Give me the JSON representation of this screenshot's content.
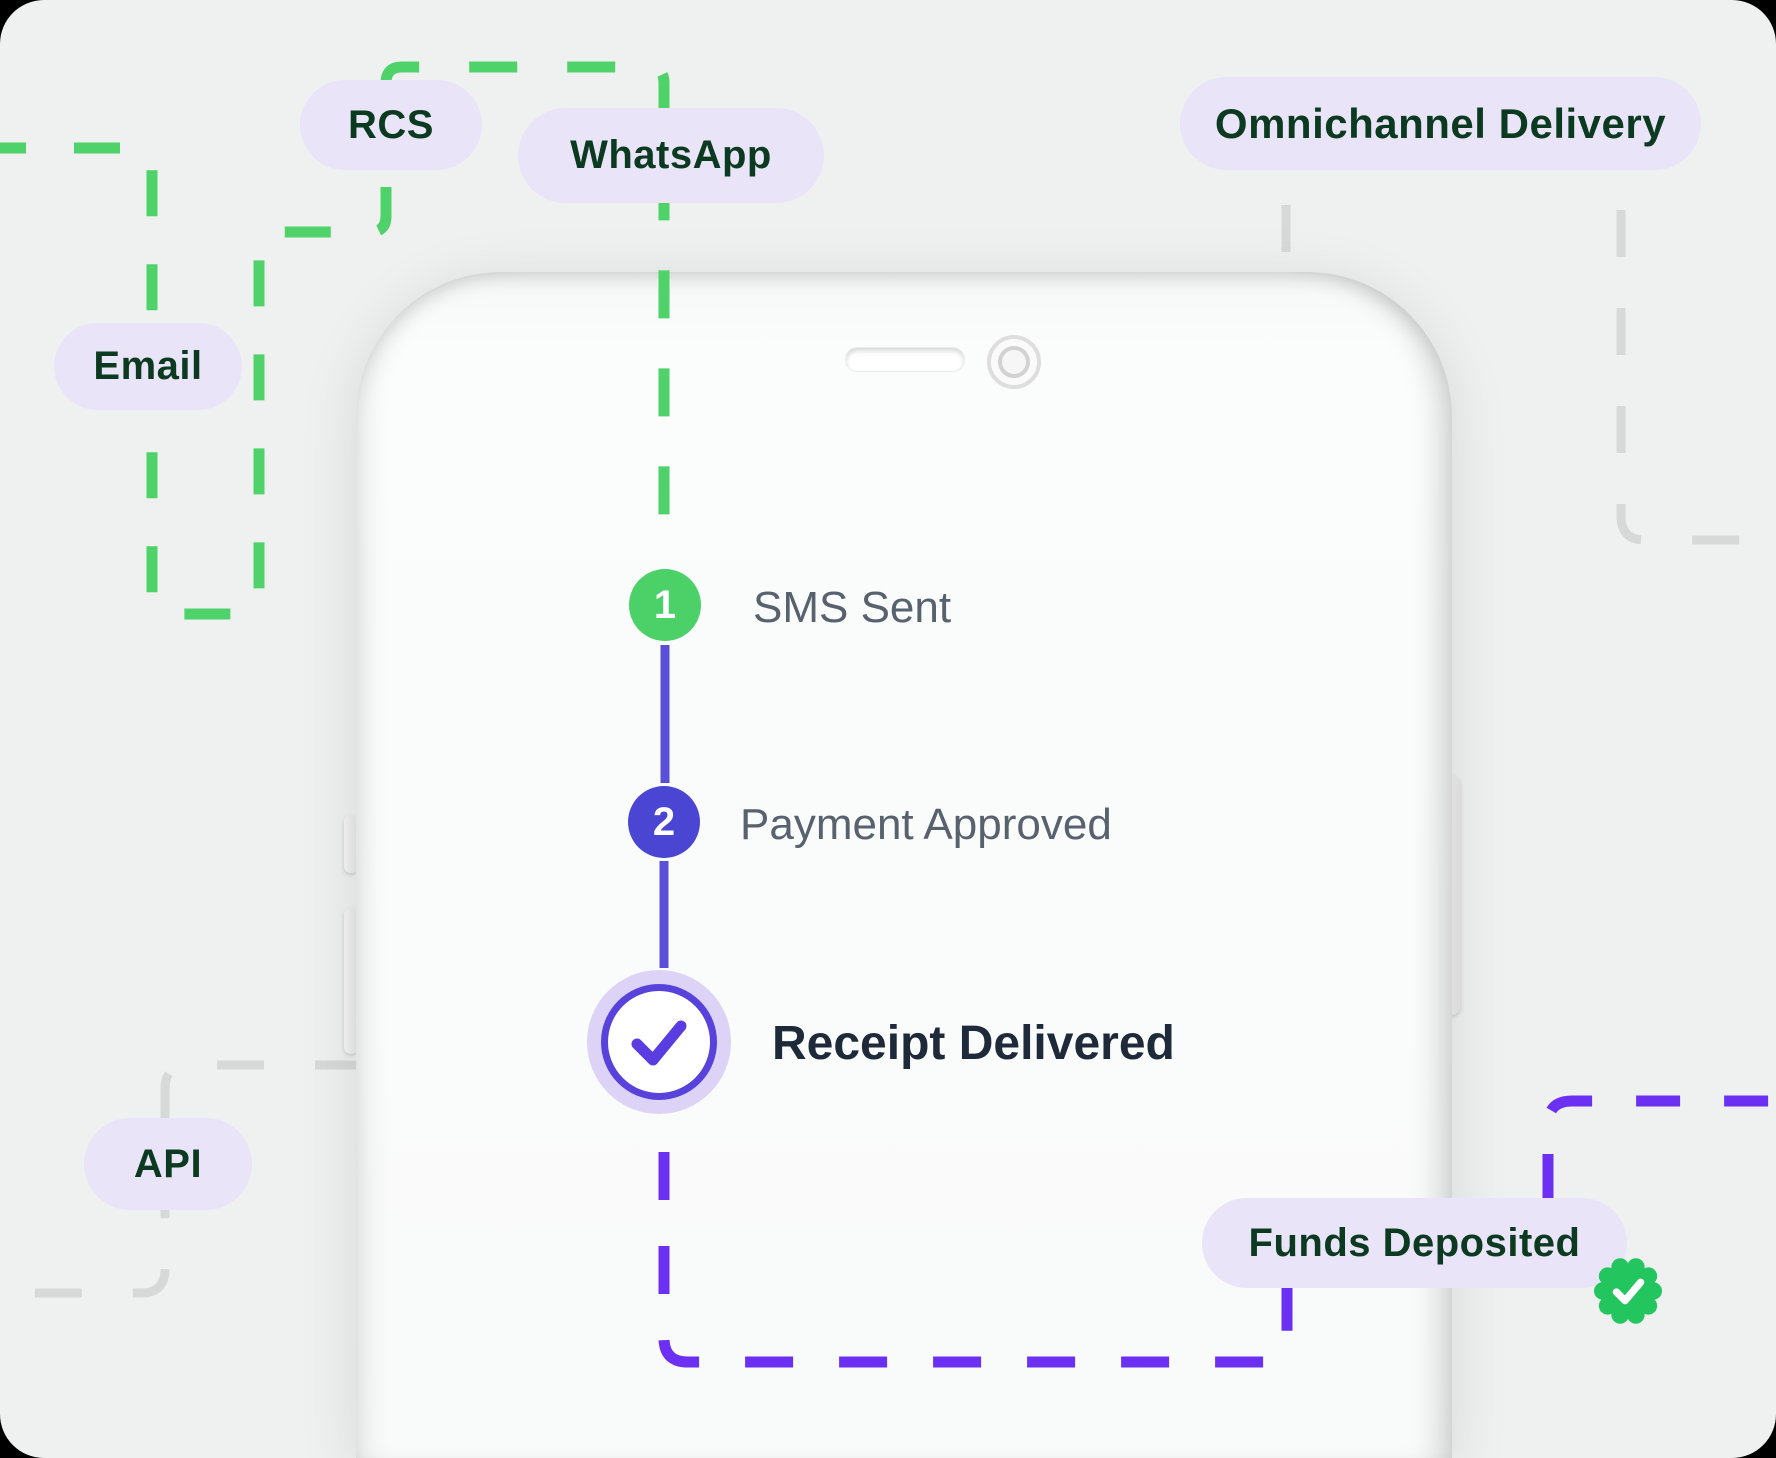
{
  "canvas": {
    "background": "#eff1f0",
    "outer_corner_color": "#000000"
  },
  "pills": {
    "rcs": {
      "label": "RCS"
    },
    "whatsapp": {
      "label": "WhatsApp"
    },
    "omnichannel": {
      "label": "Omnichannel Delivery"
    },
    "email": {
      "label": "Email"
    },
    "api": {
      "label": "API"
    },
    "funds_deposited": {
      "label": "Funds Deposited"
    }
  },
  "timeline": {
    "steps": [
      {
        "number": "1",
        "label": "SMS Sent",
        "marker_color": "#4bd168"
      },
      {
        "number": "2",
        "label": "Payment Approved",
        "marker_color": "#4b45d3"
      },
      {
        "number": "",
        "label": "Receipt Delivered",
        "icon": "check-icon",
        "marker_color": "#5742dc"
      }
    ]
  },
  "badge": {
    "icon": "verified-check-seal-icon",
    "color": "#22c55e"
  },
  "phone": {
    "elements": [
      "speaker",
      "front-camera",
      "side-buttons"
    ]
  },
  "colors": {
    "pill_background": "#e9e4f8",
    "pill_text": "#0c3a21",
    "green_dash": "#4fd269",
    "purple_dash": "#6c30f2",
    "indigo_line": "#5a4fd8",
    "gray_dash": "#d7d9d8",
    "step_label": "#57626e",
    "final_label": "#1e2a3a"
  }
}
